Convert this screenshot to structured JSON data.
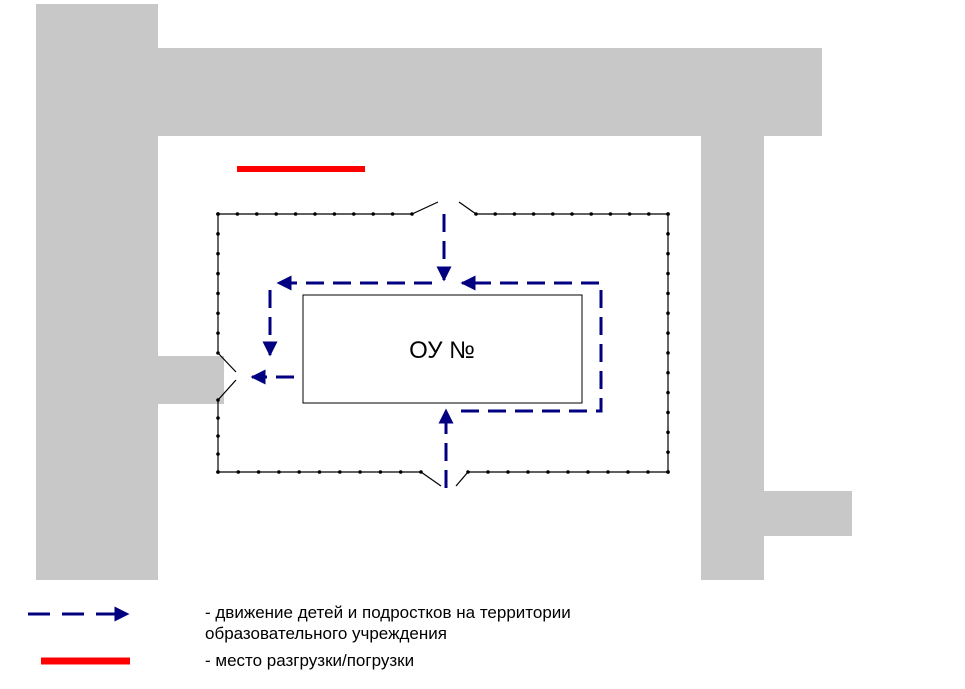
{
  "building": {
    "label": "ОУ №"
  },
  "legend": {
    "children_route": {
      "line1": "- движение детей и подростков на территории",
      "line2": "образовательного учреждения"
    },
    "unloading_place": {
      "label": "- место разгрузки/погрузки"
    }
  },
  "colors": {
    "road": "#c8c8c8",
    "route": "#000080",
    "unloading": "#ff0000",
    "fence": "#000000"
  },
  "icons": {
    "route_arrow": "arrow-icon",
    "fence_post": "fence-post-icon"
  }
}
